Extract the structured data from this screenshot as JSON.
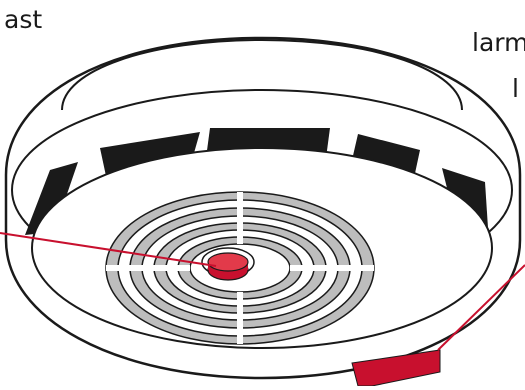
{
  "labels": {
    "top_left_fragment": "ast",
    "top_right_fragment": "larm",
    "right_fragment": "l"
  },
  "callouts": {
    "test_button": {
      "name": "test-button",
      "line_color": "#c8102e"
    },
    "red_tab": {
      "name": "red-indicator-tab",
      "line_color": "#c8102e"
    }
  },
  "colors": {
    "outline": "#1a1a1a",
    "housing": "#ffffff",
    "vent_slots": "#1a1a1a",
    "grille": "#bdbdbd",
    "accent_red": "#c8102e"
  }
}
